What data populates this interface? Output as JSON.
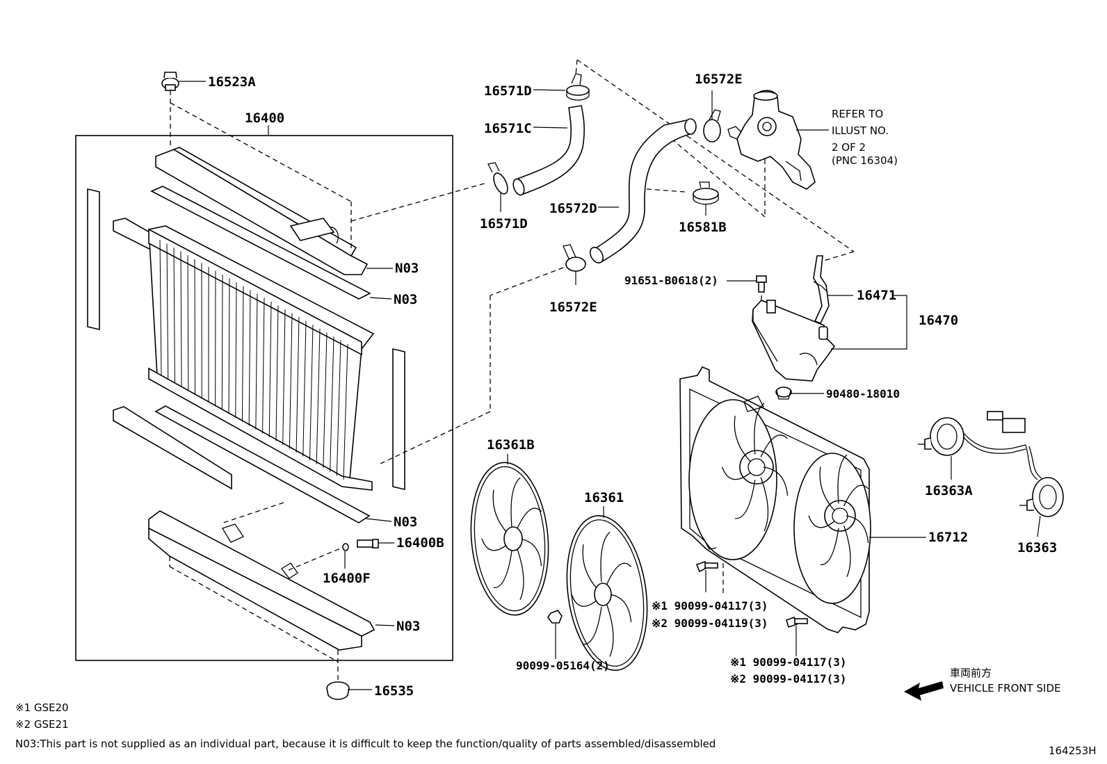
{
  "labels": {
    "cap_16523a": "16523A",
    "radiator_16400": "16400",
    "n03_a": "N03",
    "n03_b": "N03",
    "n03_c": "N03",
    "n03_d": "N03",
    "drain_16400b": "16400B",
    "oring_16400f": "16400F",
    "cushion_16535": "16535",
    "clamp_16571d_top": "16571D",
    "hose_16571c": "16571C",
    "clamp_16571d_bottom": "16571D",
    "hose_16572d": "16572D",
    "clamp_16572e_bottom": "16572E",
    "clamp_16572e_top": "16572E",
    "clamp_16581b": "16581B",
    "refer_line1": "REFER TO",
    "refer_line2": "ILLUST NO.",
    "refer_line3": "2 OF 2",
    "refer_line4": "(PNC 16304)",
    "bolt_91651": "91651-B0618(2)",
    "hose_16471": "16471",
    "tank_16470": "16470",
    "clip_90480": "90480-18010",
    "fan_16361b": "16361B",
    "fan_16361": "16361",
    "nut_90099_05164": "90099-05164(2)",
    "motor_16363a": "16363A",
    "motor_16363": "16363",
    "shroud_16712": "16712",
    "bolt_upper_1": "※1 90099-04117(3)",
    "bolt_upper_2": "※2 90099-04119(3)",
    "bolt_lower_1": "※1 90099-04117(3)",
    "bolt_lower_2": "※2 90099-04117(3)",
    "front_jp": "車両前方",
    "front_en": "VEHICLE FRONT SIDE",
    "footnote1": "※1 GSE20",
    "footnote2": "※2 GSE21",
    "footnote_n03": "N03:This part is not supplied as an individual part, because it is difficult to keep the function/quality of parts assembled/disassembled",
    "illustration_id": "164253H"
  }
}
